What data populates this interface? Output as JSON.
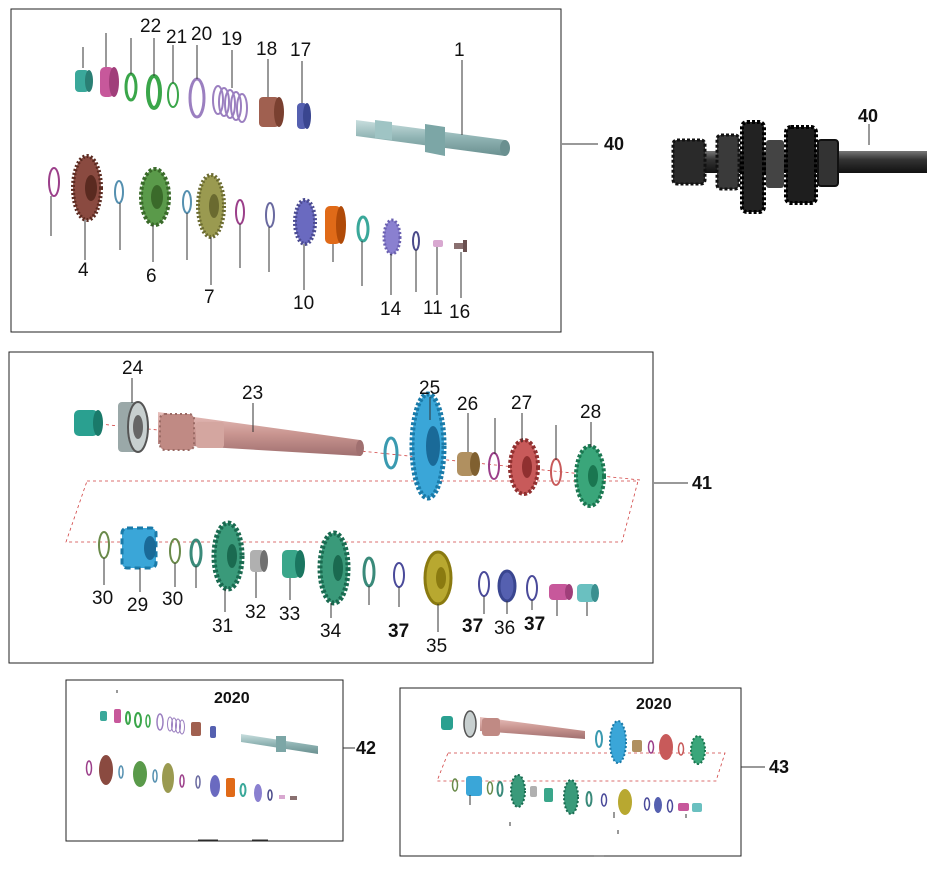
{
  "colors": {
    "teal": "#3aa89a",
    "pink": "#c7589b",
    "green": "#3aa64a",
    "lavender": "#9b7fc0",
    "rust": "#a06050",
    "blue": "#5560b0",
    "olive": "#9a9a50",
    "orange": "#e06a18",
    "cyan": "#3aa6d8",
    "red": "#c85a5a",
    "gold": "#b8a830",
    "steel": "#9aa8a8",
    "dark": "#222222"
  },
  "panels": {
    "main_shaft": {
      "assembly_ref": "40",
      "labels": [
        "1",
        "4",
        "6",
        "7",
        "10",
        "11",
        "14",
        "16",
        "17",
        "18",
        "19",
        "20",
        "21",
        "22"
      ]
    },
    "countershaft": {
      "assembly_ref": "41",
      "labels": [
        "23",
        "24",
        "25",
        "26",
        "27",
        "28",
        "29",
        "30",
        "30",
        "31",
        "32",
        "33",
        "34",
        "35",
        "36",
        "37",
        "37",
        "37"
      ]
    },
    "assembled_view": {
      "assembly_ref": "40"
    },
    "thumb_main": {
      "assembly_ref": "42",
      "year": "2020"
    },
    "thumb_counter": {
      "assembly_ref": "43",
      "year": "2020"
    }
  }
}
